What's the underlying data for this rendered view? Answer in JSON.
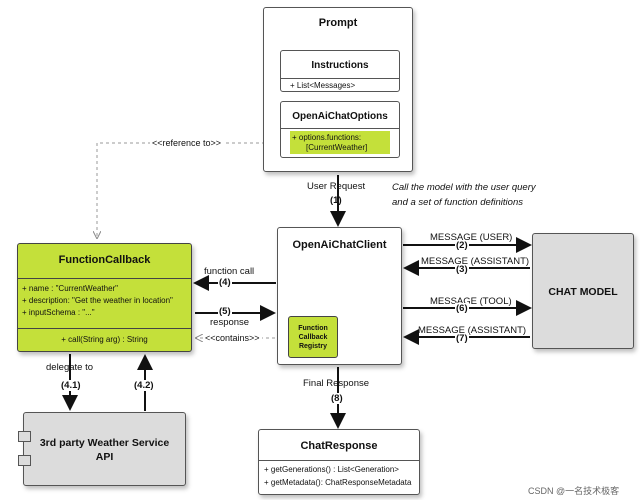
{
  "prompt": {
    "title": "Prompt",
    "instructions": {
      "title": "Instructions",
      "field": "+ List<Messages>"
    },
    "options": {
      "title": "OpenAiChatOptions",
      "field_line1": "+ options.functions:",
      "field_line2": "[CurrentWeather]"
    }
  },
  "function_callback": {
    "title": "FunctionCallback",
    "fields": [
      "+ name : \"CurrentWeather\"",
      "+ description: \"Get the weather in location\"",
      "+ inputSchema : \"...\""
    ],
    "method": "+ call(String arg) : String"
  },
  "client": {
    "title": "OpenAiChatClient",
    "registry_line1": "Function",
    "registry_line2": "Callback",
    "registry_line3": "Registry"
  },
  "chat_model": {
    "title": "CHAT MODEL"
  },
  "weather_api": {
    "line1": "3rd party Weather Service",
    "line2": "API"
  },
  "chat_response": {
    "title": "ChatResponse",
    "methods": [
      "+ getGenerations() : List<Generation>",
      "+ getMetadata(): ChatResponseMetadata"
    ]
  },
  "labels": {
    "reference_to": "<<reference to>>",
    "user_request": "User Request",
    "step1": "(1)",
    "note_line1": "Call the model with the user query",
    "note_line2": "and a set of function definitions",
    "msg_user": "MESSAGE (USER)",
    "step2": "(2)",
    "msg_assistant1": "MESSAGE (ASSISTANT)",
    "step3": "(3)",
    "msg_tool": "MESSAGE (TOOL)",
    "step6": "(6)",
    "msg_assistant2": "MESSAGE (ASSISTANT)",
    "step7": "(7)",
    "function_call": "function call",
    "step4": "(4)",
    "step5": "(5)",
    "response": "response",
    "contains": "<<contains>>",
    "delegate_to": "delegate to",
    "step41": "(4.1)",
    "step42": "(4.2)",
    "final_response": "Final Response",
    "step8": "(8)"
  },
  "watermark": "CSDN @一名技术极客",
  "colors": {
    "highlight": "#c4e03a",
    "chat_model_bg": "#dcdcdc",
    "api_bg": "#dcdcdc"
  }
}
